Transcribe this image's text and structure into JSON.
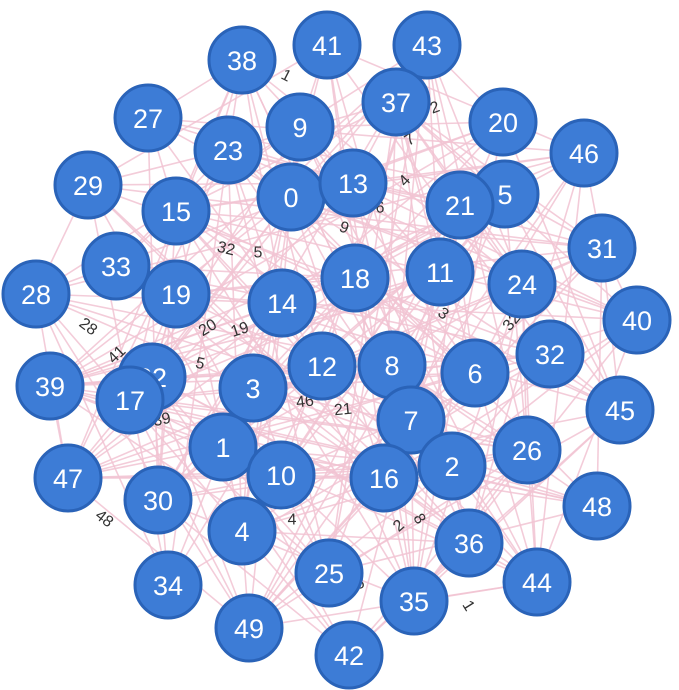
{
  "graph": {
    "node_color": "#3d7cd6",
    "node_stroke_color": "#2a63b8",
    "node_label_color": "#ffffff",
    "edge_color": "#f2c4d3",
    "nodes": [
      {
        "id": "38",
        "label": "38"
      },
      {
        "id": "41",
        "label": "41"
      },
      {
        "id": "43",
        "label": "43"
      },
      {
        "id": "27",
        "label": "27"
      },
      {
        "id": "37",
        "label": "37"
      },
      {
        "id": "9",
        "label": "9"
      },
      {
        "id": "20",
        "label": "20"
      },
      {
        "id": "23",
        "label": "23"
      },
      {
        "id": "46",
        "label": "46"
      },
      {
        "id": "29",
        "label": "29"
      },
      {
        "id": "0",
        "label": "0"
      },
      {
        "id": "13",
        "label": "13"
      },
      {
        "id": "5",
        "label": "5"
      },
      {
        "id": "21",
        "label": "21"
      },
      {
        "id": "15",
        "label": "15"
      },
      {
        "id": "31",
        "label": "31"
      },
      {
        "id": "33",
        "label": "33"
      },
      {
        "id": "18",
        "label": "18"
      },
      {
        "id": "11",
        "label": "11"
      },
      {
        "id": "28",
        "label": "28"
      },
      {
        "id": "19",
        "label": "19"
      },
      {
        "id": "24",
        "label": "24"
      },
      {
        "id": "14",
        "label": "14"
      },
      {
        "id": "40",
        "label": "40"
      },
      {
        "id": "32",
        "label": "32"
      },
      {
        "id": "12",
        "label": "12"
      },
      {
        "id": "8",
        "label": "8"
      },
      {
        "id": "39",
        "label": "39"
      },
      {
        "id": "22",
        "label": "22"
      },
      {
        "id": "17",
        "label": "17"
      },
      {
        "id": "6",
        "label": "6"
      },
      {
        "id": "3",
        "label": "3"
      },
      {
        "id": "45",
        "label": "45"
      },
      {
        "id": "7",
        "label": "7"
      },
      {
        "id": "1",
        "label": "1"
      },
      {
        "id": "26",
        "label": "26"
      },
      {
        "id": "10",
        "label": "10"
      },
      {
        "id": "16",
        "label": "16"
      },
      {
        "id": "2",
        "label": "2"
      },
      {
        "id": "47",
        "label": "47"
      },
      {
        "id": "48",
        "label": "48"
      },
      {
        "id": "30",
        "label": "30"
      },
      {
        "id": "4",
        "label": "4"
      },
      {
        "id": "36",
        "label": "36"
      },
      {
        "id": "25",
        "label": "25"
      },
      {
        "id": "44",
        "label": "44"
      },
      {
        "id": "34",
        "label": "34"
      },
      {
        "id": "35",
        "label": "35"
      },
      {
        "id": "49",
        "label": "49"
      },
      {
        "id": "42",
        "label": "42"
      }
    ],
    "edge_labels": [
      "1",
      "3",
      "7",
      "2",
      "8",
      "4",
      "6",
      "9",
      "5",
      "32",
      "20",
      "28",
      "41",
      "19",
      "46",
      "21",
      "39",
      "48"
    ]
  }
}
